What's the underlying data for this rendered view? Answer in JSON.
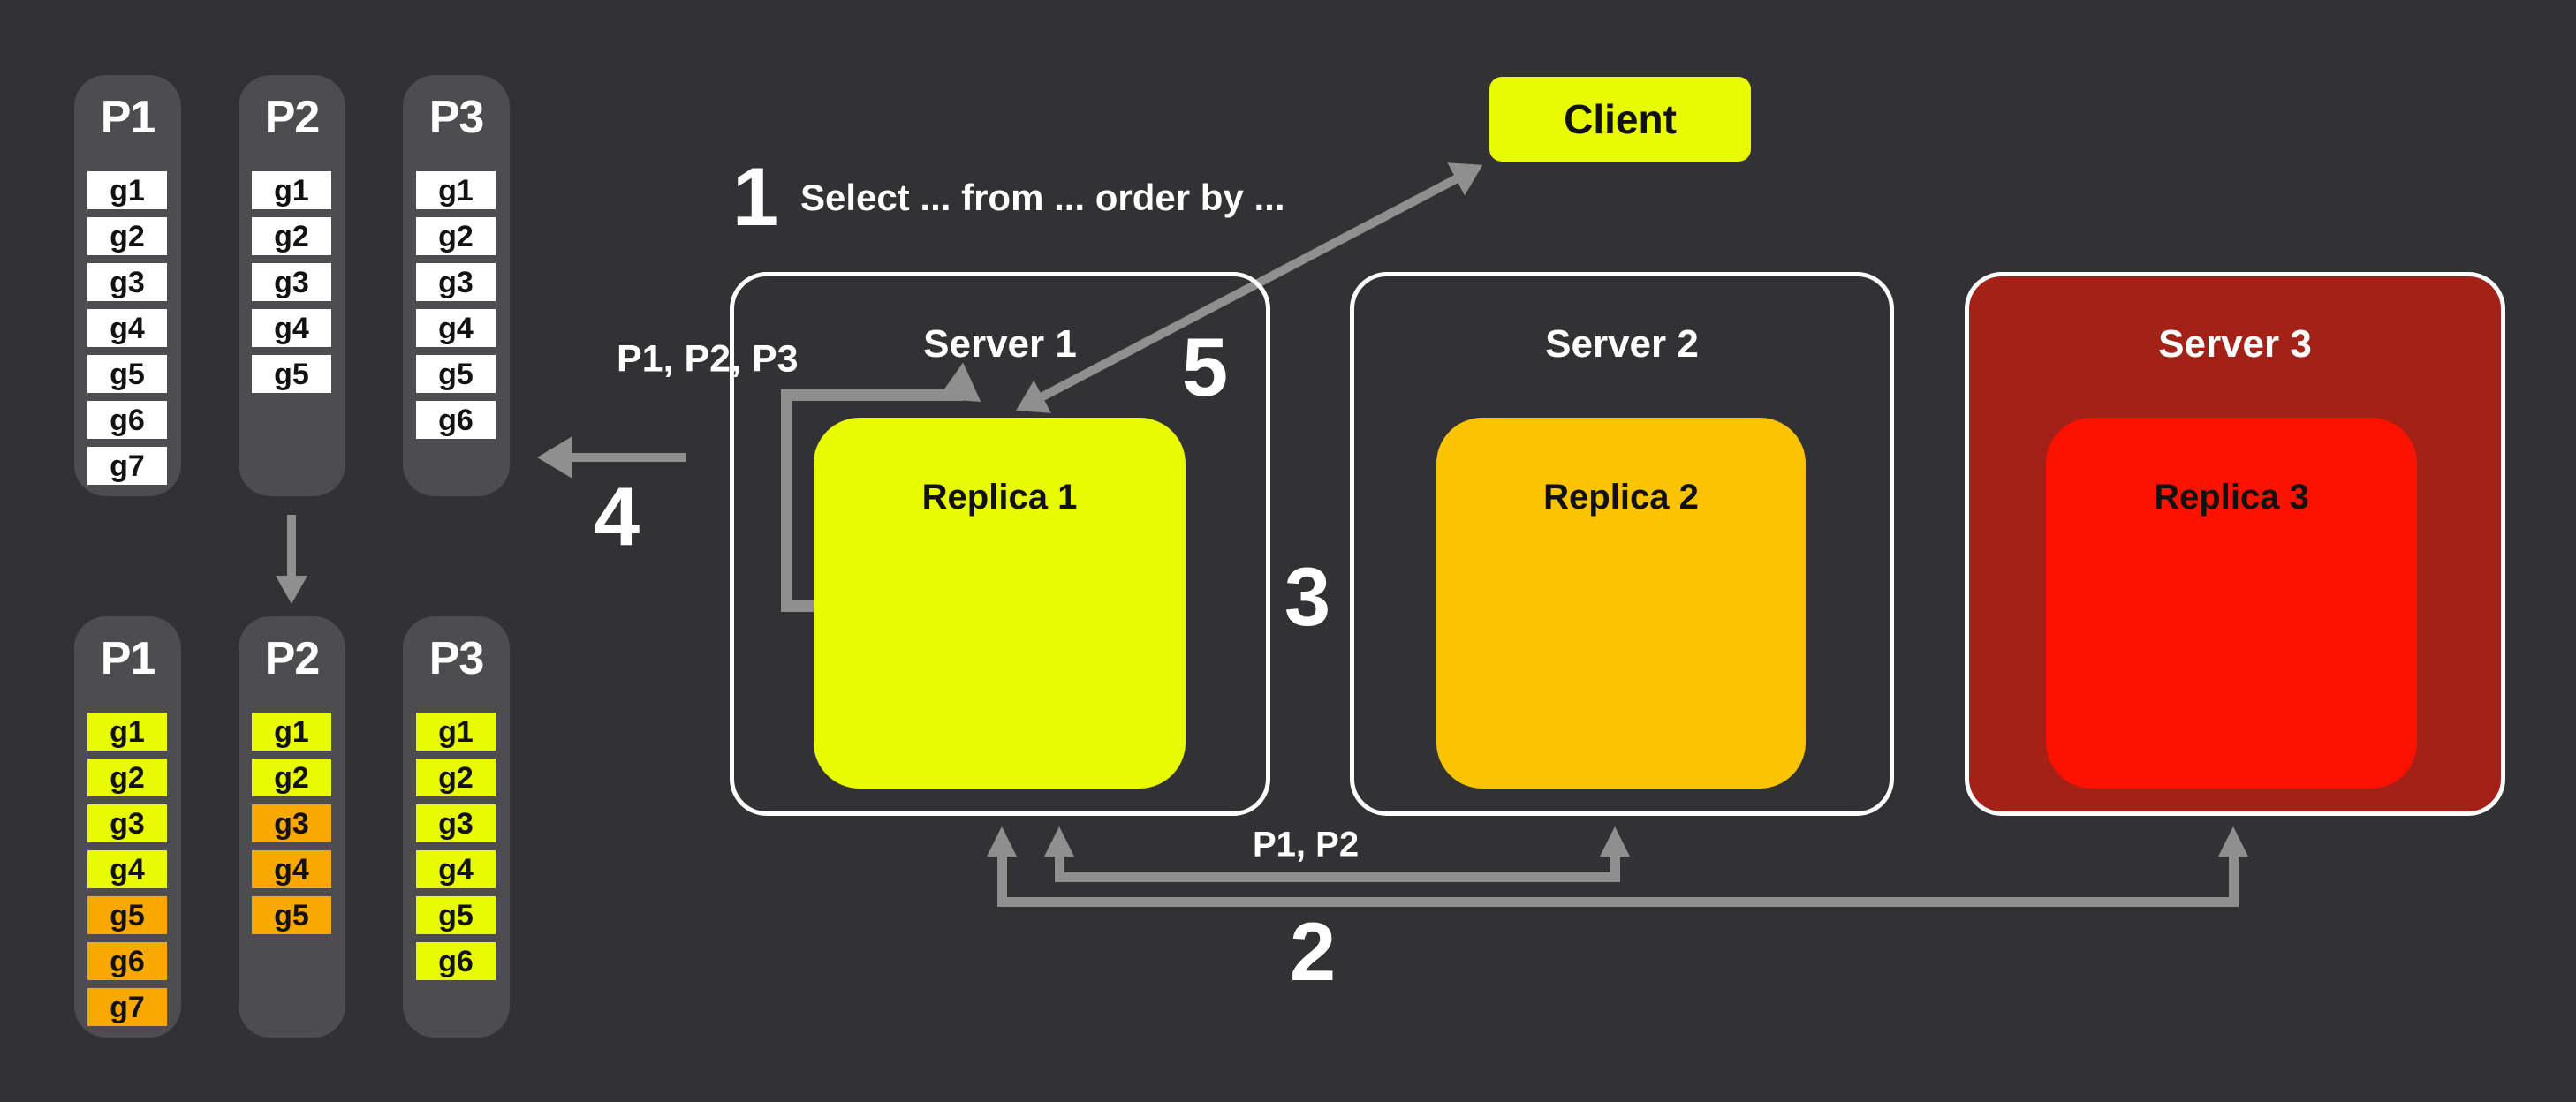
{
  "colors": {
    "background": "#323234",
    "column_fill": "#4d4d50",
    "cell_white": "#ffffff",
    "yellow": "#e9fb00",
    "orange": "#f9a800",
    "amber": "#fcc400",
    "red": "#fb1200",
    "dark_red": "#a32117",
    "arrow_gray": "#8f8f8f"
  },
  "partitions_before": [
    {
      "label": "P1",
      "cells": [
        {
          "label": "g1"
        },
        {
          "label": "g2"
        },
        {
          "label": "g3"
        },
        {
          "label": "g4"
        },
        {
          "label": "g5"
        },
        {
          "label": "g6"
        },
        {
          "label": "g7"
        }
      ]
    },
    {
      "label": "P2",
      "cells": [
        {
          "label": "g1"
        },
        {
          "label": "g2"
        },
        {
          "label": "g3"
        },
        {
          "label": "g4"
        },
        {
          "label": "g5"
        }
      ]
    },
    {
      "label": "P3",
      "cells": [
        {
          "label": "g1"
        },
        {
          "label": "g2"
        },
        {
          "label": "g3"
        },
        {
          "label": "g4"
        },
        {
          "label": "g5"
        },
        {
          "label": "g6"
        }
      ]
    }
  ],
  "partitions_after": [
    {
      "label": "P1",
      "cells": [
        {
          "label": "g1",
          "bg": "#e9fb00"
        },
        {
          "label": "g2",
          "bg": "#e9fb00"
        },
        {
          "label": "g3",
          "bg": "#e9fb00"
        },
        {
          "label": "g4",
          "bg": "#e9fb00"
        },
        {
          "label": "g5",
          "bg": "#f9a800"
        },
        {
          "label": "g6",
          "bg": "#f9a800"
        },
        {
          "label": "g7",
          "bg": "#f9a800"
        }
      ]
    },
    {
      "label": "P2",
      "cells": [
        {
          "label": "g1",
          "bg": "#e9fb00"
        },
        {
          "label": "g2",
          "bg": "#e9fb00"
        },
        {
          "label": "g3",
          "bg": "#f9a800"
        },
        {
          "label": "g4",
          "bg": "#f9a800"
        },
        {
          "label": "g5",
          "bg": "#f9a800"
        }
      ]
    },
    {
      "label": "P3",
      "cells": [
        {
          "label": "g1",
          "bg": "#e9fb00"
        },
        {
          "label": "g2",
          "bg": "#e9fb00"
        },
        {
          "label": "g3",
          "bg": "#e9fb00"
        },
        {
          "label": "g4",
          "bg": "#e9fb00"
        },
        {
          "label": "g5",
          "bg": "#e9fb00"
        },
        {
          "label": "g6",
          "bg": "#e9fb00"
        }
      ]
    }
  ],
  "client": {
    "label": "Client"
  },
  "servers": [
    {
      "title": "Server 1",
      "fill": "transparent",
      "replica": "Replica 1",
      "replica_fill": "#e9fb00"
    },
    {
      "title": "Server 2",
      "fill": "transparent",
      "replica": "Replica 2",
      "replica_fill": "#fcc400"
    },
    {
      "title": "Server 3",
      "fill": "#a32117",
      "replica": "Replica 3",
      "replica_fill": "#fb1200"
    }
  ],
  "steps": {
    "one": "1",
    "two": "2",
    "three": "3",
    "four": "4",
    "five": "5",
    "query": "Select ... from ... order by ..."
  },
  "labels": {
    "partitions_read": "P1, P2, P3",
    "partitions_replicated": "P1, P2"
  }
}
